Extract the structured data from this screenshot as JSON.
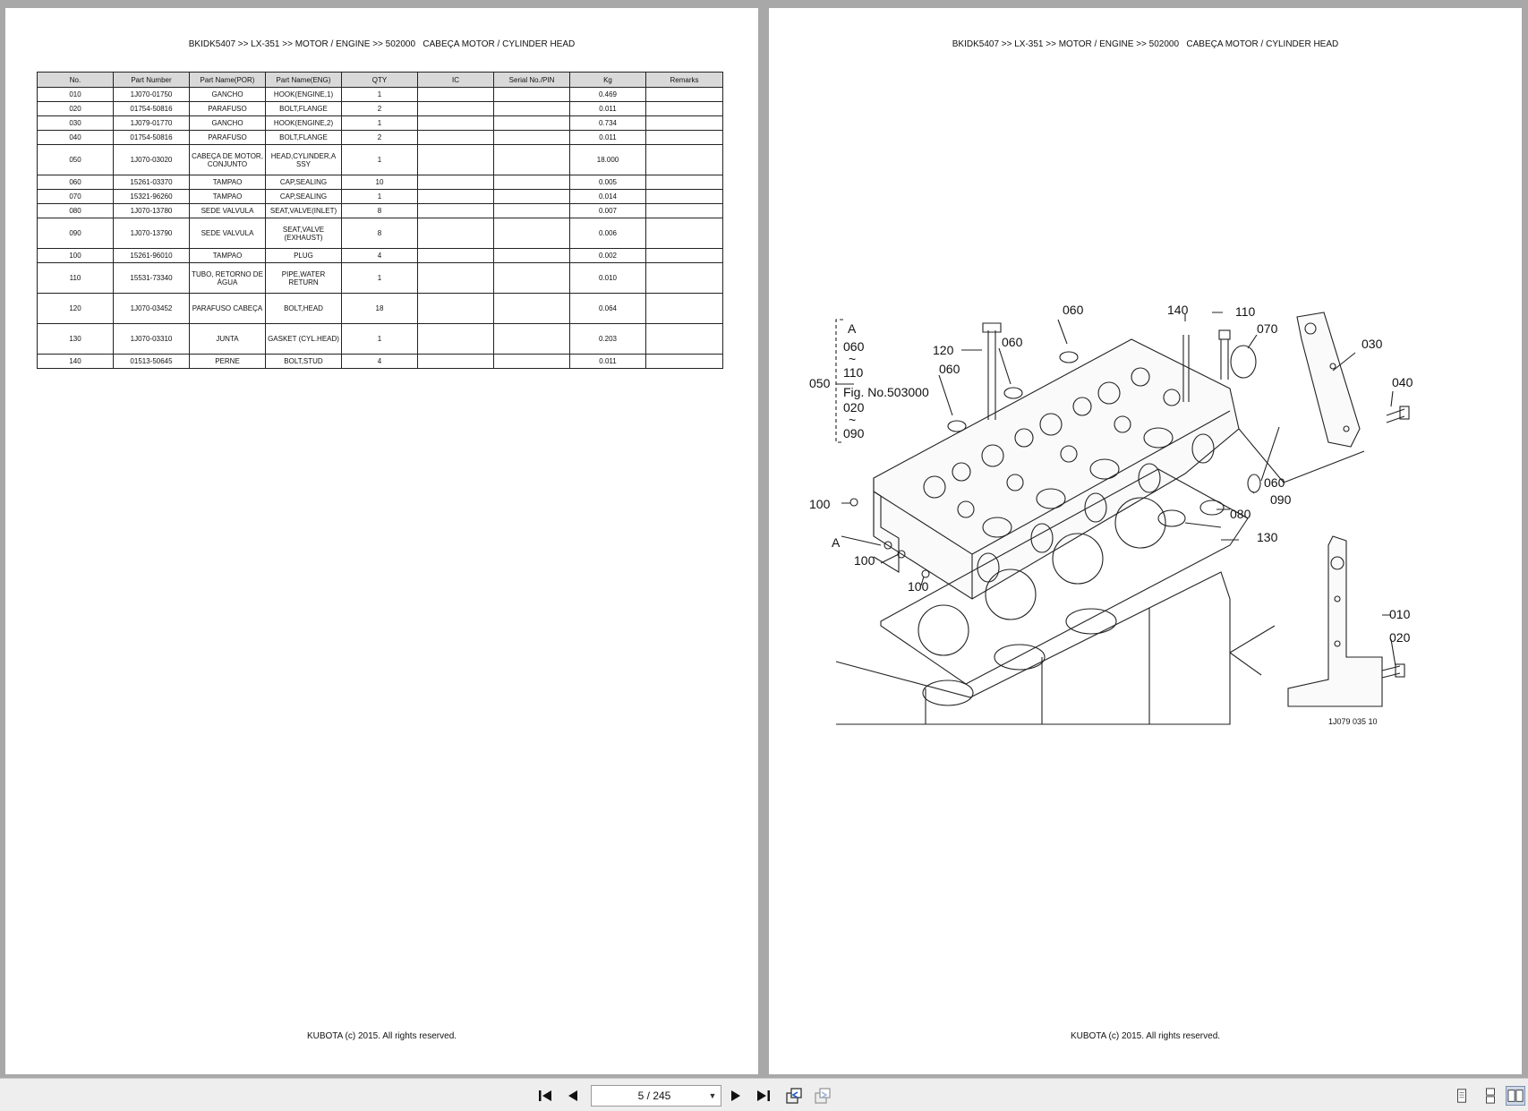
{
  "document": {
    "header": "BKIDK5407 >> LX-351 >> MOTOR / ENGINE >> 502000   CABEÇA MOTOR / CYLINDER HEAD",
    "footer": "KUBOTA (c) 2015. All rights reserved."
  },
  "table": {
    "columns": [
      "No.",
      "Part Number",
      "Part Name(POR)",
      "Part Name(ENG)",
      "QTY",
      "IC",
      "Serial No./PIN",
      "Kg",
      "Remarks"
    ],
    "rows": [
      {
        "no": "010",
        "part_number": "1J070-01750",
        "name_por": "GANCHO",
        "name_eng": "HOOK(ENGINE,1)",
        "qty": "1",
        "ic": "",
        "serial": "",
        "kg": "0.469",
        "remarks": ""
      },
      {
        "no": "020",
        "part_number": "01754-50816",
        "name_por": "PARAFUSO",
        "name_eng": "BOLT,FLANGE",
        "qty": "2",
        "ic": "",
        "serial": "",
        "kg": "0.011",
        "remarks": ""
      },
      {
        "no": "030",
        "part_number": "1J079-01770",
        "name_por": "GANCHO",
        "name_eng": "HOOK(ENGINE,2)",
        "qty": "1",
        "ic": "",
        "serial": "",
        "kg": "0.734",
        "remarks": ""
      },
      {
        "no": "040",
        "part_number": "01754-50816",
        "name_por": "PARAFUSO",
        "name_eng": "BOLT,FLANGE",
        "qty": "2",
        "ic": "",
        "serial": "",
        "kg": "0.011",
        "remarks": ""
      },
      {
        "no": "050",
        "part_number": "1J070-03020",
        "name_por": "CABEÇA DE MOTOR, CONJUNTO",
        "name_eng": "HEAD,CYLINDER,A SSY",
        "qty": "1",
        "ic": "",
        "serial": "",
        "kg": "18.000",
        "remarks": "",
        "tall": true
      },
      {
        "no": "060",
        "part_number": "15261-03370",
        "name_por": "TAMPAO",
        "name_eng": "CAP,SEALING",
        "qty": "10",
        "ic": "",
        "serial": "",
        "kg": "0.005",
        "remarks": ""
      },
      {
        "no": "070",
        "part_number": "15321-96260",
        "name_por": "TAMPAO",
        "name_eng": "CAP,SEALING",
        "qty": "1",
        "ic": "",
        "serial": "",
        "kg": "0.014",
        "remarks": ""
      },
      {
        "no": "080",
        "part_number": "1J070-13780",
        "name_por": "SEDE VALVULA",
        "name_eng": "SEAT,VALVE(INLET)",
        "qty": "8",
        "ic": "",
        "serial": "",
        "kg": "0.007",
        "remarks": ""
      },
      {
        "no": "090",
        "part_number": "1J070-13790",
        "name_por": "SEDE VALVULA",
        "name_eng": "SEAT,VALVE (EXHAUST)",
        "qty": "8",
        "ic": "",
        "serial": "",
        "kg": "0.006",
        "remarks": "",
        "tall": true
      },
      {
        "no": "100",
        "part_number": "15261-96010",
        "name_por": "TAMPAO",
        "name_eng": "PLUG",
        "qty": "4",
        "ic": "",
        "serial": "",
        "kg": "0.002",
        "remarks": ""
      },
      {
        "no": "110",
        "part_number": "15531-73340",
        "name_por": "TUBO, RETORNO DE ÁGUA",
        "name_eng": "PIPE,WATER RETURN",
        "qty": "1",
        "ic": "",
        "serial": "",
        "kg": "0.010",
        "remarks": "",
        "tall": true
      },
      {
        "no": "120",
        "part_number": "1J070-03452",
        "name_por": "PARAFUSO CABEÇA",
        "name_eng": "BOLT,HEAD",
        "qty": "18",
        "ic": "",
        "serial": "",
        "kg": "0.064",
        "remarks": "",
        "tall": true
      },
      {
        "no": "130",
        "part_number": "1J070-03310",
        "name_por": "JUNTA",
        "name_eng": "GASKET (CYL.HEAD)",
        "qty": "1",
        "ic": "",
        "serial": "",
        "kg": "0.203",
        "remarks": "",
        "tall": true
      },
      {
        "no": "140",
        "part_number": "01513-50645",
        "name_por": "PERNE",
        "name_eng": "BOLT,STUD",
        "qty": "4",
        "ic": "",
        "serial": "",
        "kg": "0.011",
        "remarks": ""
      }
    ]
  },
  "diagram": {
    "callouts": {
      "c060a": "060",
      "c140": "140",
      "c110": "110",
      "c070": "070",
      "c030": "030",
      "c120": "120",
      "c060b": "060",
      "c060c": "060",
      "c040": "040",
      "c050": "050",
      "c060d": "060",
      "c090": "090",
      "c080": "080",
      "c100a": "100",
      "c130": "130",
      "cA": "A",
      "c100b": "100",
      "c100c": "100",
      "c010": "010",
      "c020": "020"
    },
    "bracket_note": {
      "l1": "A",
      "l2": "060",
      "l3": "~",
      "l4": "110",
      "l5": "Fig. No.503000",
      "l6": "020",
      "l7": "~",
      "l8": "090"
    },
    "figure_code": "1J079 035 10"
  },
  "toolbar": {
    "page_indicator": "5 / 245"
  }
}
